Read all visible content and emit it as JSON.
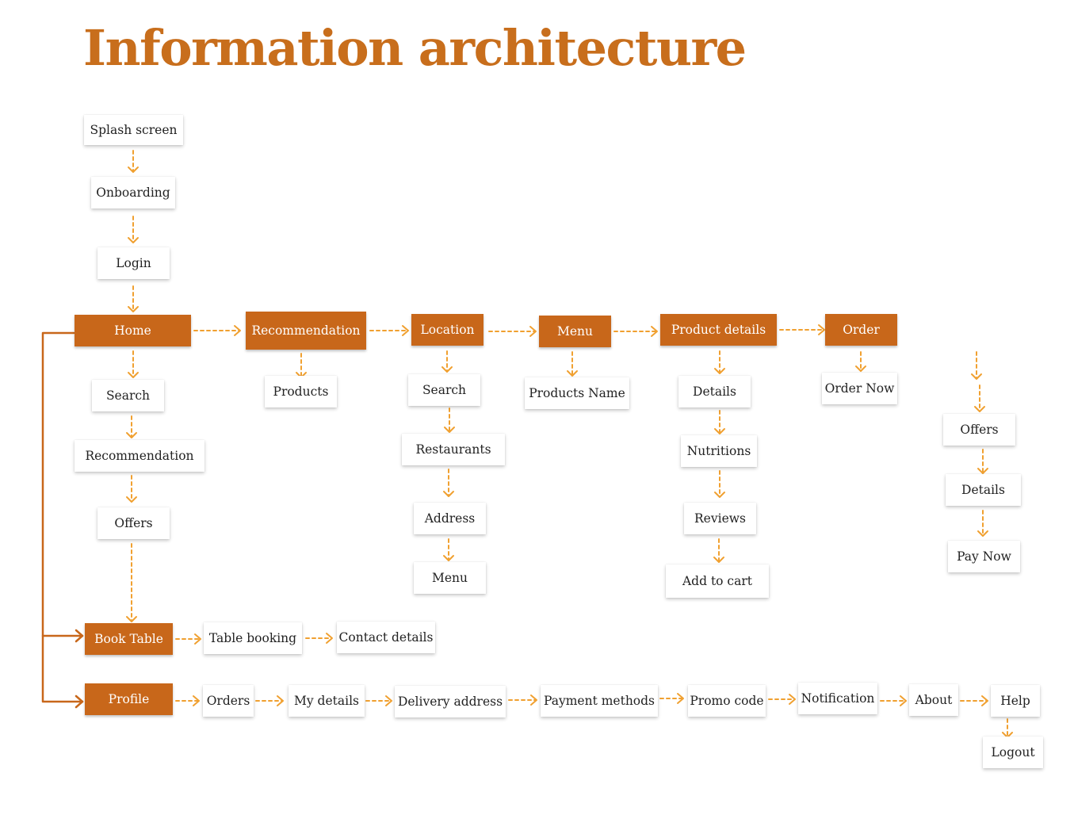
{
  "title": "Information architecture",
  "colors": {
    "primary": "#c8671a",
    "dashed_arrow": "#f0a030",
    "solid_line": "#c8671a",
    "title": "#c86e1c"
  },
  "nodes": {
    "splash": "Splash screen",
    "onboarding": "Onboarding",
    "login": "Login",
    "home": "Home",
    "home_search": "Search",
    "home_recommendation": "Recommendation",
    "home_offers": "Offers",
    "recommendation": "Recommendation",
    "rec_products": "Products",
    "location": "Location",
    "loc_search": "Search",
    "loc_restaurants": "Restaurants",
    "loc_address": "Address",
    "loc_menu": "Menu",
    "menu": "Menu",
    "menu_products_name": "Products Name",
    "product_details": "Product details",
    "pd_details": "Details",
    "pd_nutritions": "Nutritions",
    "pd_reviews": "Reviews",
    "pd_add_to_cart": "Add to cart",
    "order": "Order",
    "order_now": "Order Now",
    "side_offers": "Offers",
    "side_details": "Details",
    "side_pay_now": "Pay Now",
    "book_table": "Book Table",
    "table_booking": "Table booking",
    "contact_details": "Contact details",
    "profile": "Profile",
    "orders": "Orders",
    "my_details": "My details",
    "delivery_address": "Delivery address",
    "payment_methods": "Payment methods",
    "promo_code": "Promo code",
    "notification": "Notification",
    "about": "About",
    "help": "Help",
    "logout": "Logout"
  }
}
